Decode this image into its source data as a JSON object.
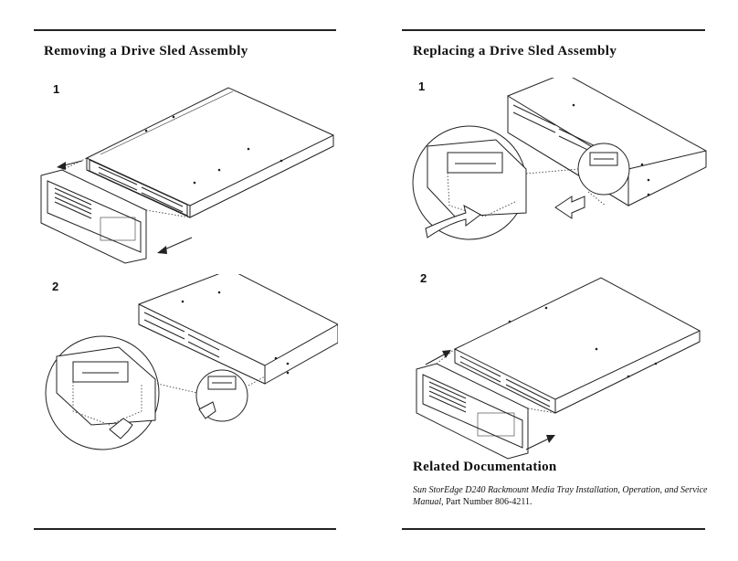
{
  "left": {
    "title": "Removing a Drive Sled Assembly",
    "steps": [
      "1",
      "2"
    ]
  },
  "right": {
    "title": "Replacing a Drive Sled Assembly",
    "steps": [
      "1",
      "2"
    ]
  },
  "related": {
    "heading": "Related Documentation",
    "manual_title": "Sun StorEdge D240 Rackmount Media Tray Installation, Operation, and Service Manual",
    "part_text": ", Part Number 806-4211."
  }
}
